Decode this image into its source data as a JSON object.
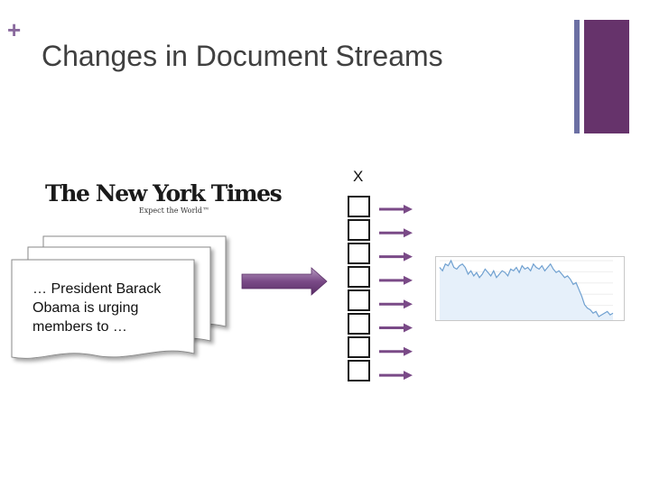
{
  "slide": {
    "title": "Changes in Document Streams",
    "bullet_glyph": "+"
  },
  "logo": {
    "name": "The New York Times",
    "tagline": "Expect the World™"
  },
  "document": {
    "lines": [
      "… President Barack",
      "Obama is urging",
      "members to …"
    ]
  },
  "vector": {
    "label": "X",
    "cell_count": 8,
    "arrow_count": 8
  },
  "sparkline": {
    "type": "line",
    "color": "#6fa0d0",
    "points": [
      62,
      60,
      64,
      63,
      66,
      62,
      61,
      63,
      64,
      62,
      58,
      60,
      57,
      59,
      56,
      58,
      61,
      59,
      57,
      60,
      56,
      58,
      60,
      59,
      57,
      61,
      60,
      62,
      59,
      63,
      61,
      62,
      60,
      64,
      62,
      61,
      63,
      60,
      62,
      64,
      61,
      59,
      60,
      58,
      56,
      57,
      55,
      52,
      53,
      49,
      45,
      40,
      38,
      37,
      35,
      36,
      33,
      34,
      35,
      36,
      34,
      35
    ]
  },
  "colors": {
    "accent_purple": "#66336b",
    "accent_blue": "#6b6fa3",
    "arrow_purple": "#7a4a87",
    "title_text": "#404040"
  }
}
